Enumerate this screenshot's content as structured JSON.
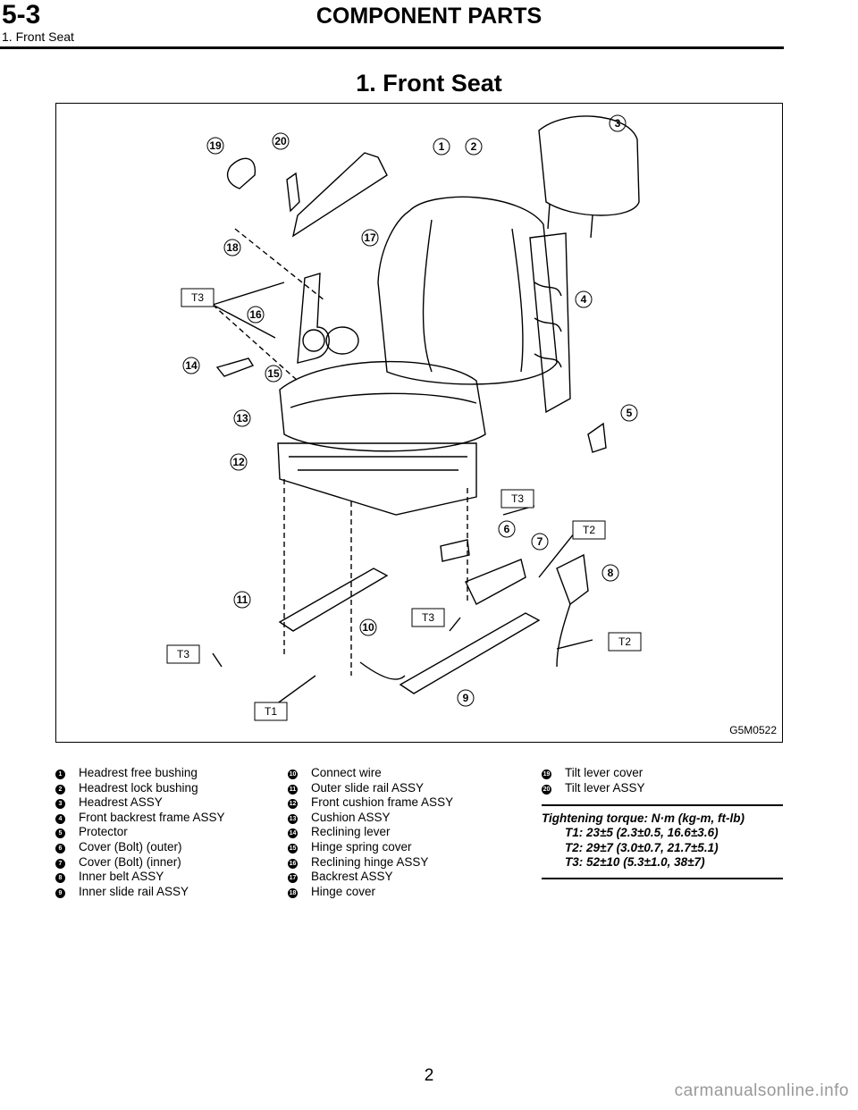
{
  "header": {
    "section_code": "5-3",
    "section_title": "COMPONENT PARTS",
    "subsection": "1. Front Seat"
  },
  "page_heading": "1. Front Seat",
  "figure": {
    "figure_id": "G5M0522",
    "callouts": [
      "1",
      "2",
      "3",
      "4",
      "5",
      "6",
      "7",
      "8",
      "9",
      "10",
      "11",
      "12",
      "13",
      "14",
      "15",
      "16",
      "17",
      "18",
      "19",
      "20"
    ],
    "torque_tags": [
      "T3",
      "T3",
      "T2",
      "T3",
      "T2",
      "T3",
      "T1"
    ]
  },
  "legend": {
    "col1": [
      {
        "n": "1",
        "t": "Headrest free bushing"
      },
      {
        "n": "2",
        "t": "Headrest lock bushing"
      },
      {
        "n": "3",
        "t": "Headrest ASSY"
      },
      {
        "n": "4",
        "t": "Front backrest frame ASSY"
      },
      {
        "n": "5",
        "t": "Protector"
      },
      {
        "n": "6",
        "t": "Cover (Bolt) (outer)"
      },
      {
        "n": "7",
        "t": "Cover (Bolt) (inner)"
      },
      {
        "n": "8",
        "t": "Inner belt ASSY"
      },
      {
        "n": "9",
        "t": "Inner slide rail ASSY"
      }
    ],
    "col2": [
      {
        "n": "10",
        "t": "Connect wire"
      },
      {
        "n": "11",
        "t": "Outer slide rail ASSY"
      },
      {
        "n": "12",
        "t": "Front cushion frame ASSY"
      },
      {
        "n": "13",
        "t": "Cushion ASSY"
      },
      {
        "n": "14",
        "t": "Reclining lever"
      },
      {
        "n": "15",
        "t": "Hinge spring cover"
      },
      {
        "n": "16",
        "t": "Reclining hinge ASSY"
      },
      {
        "n": "17",
        "t": "Backrest ASSY"
      },
      {
        "n": "18",
        "t": "Hinge cover"
      }
    ],
    "col3": [
      {
        "n": "19",
        "t": "Tilt lever cover"
      },
      {
        "n": "20",
        "t": "Tilt lever ASSY"
      }
    ]
  },
  "torque": {
    "heading": "Tightening torque: N·m (kg-m, ft-lb)",
    "t1": "T1: 23±5 (2.3±0.5, 16.6±3.6)",
    "t2": "T2: 29±7 (3.0±0.7, 21.7±5.1)",
    "t3": "T3: 52±10 (5.3±1.0, 38±7)"
  },
  "page_number": "2",
  "watermark": "carmanualsonline.info"
}
